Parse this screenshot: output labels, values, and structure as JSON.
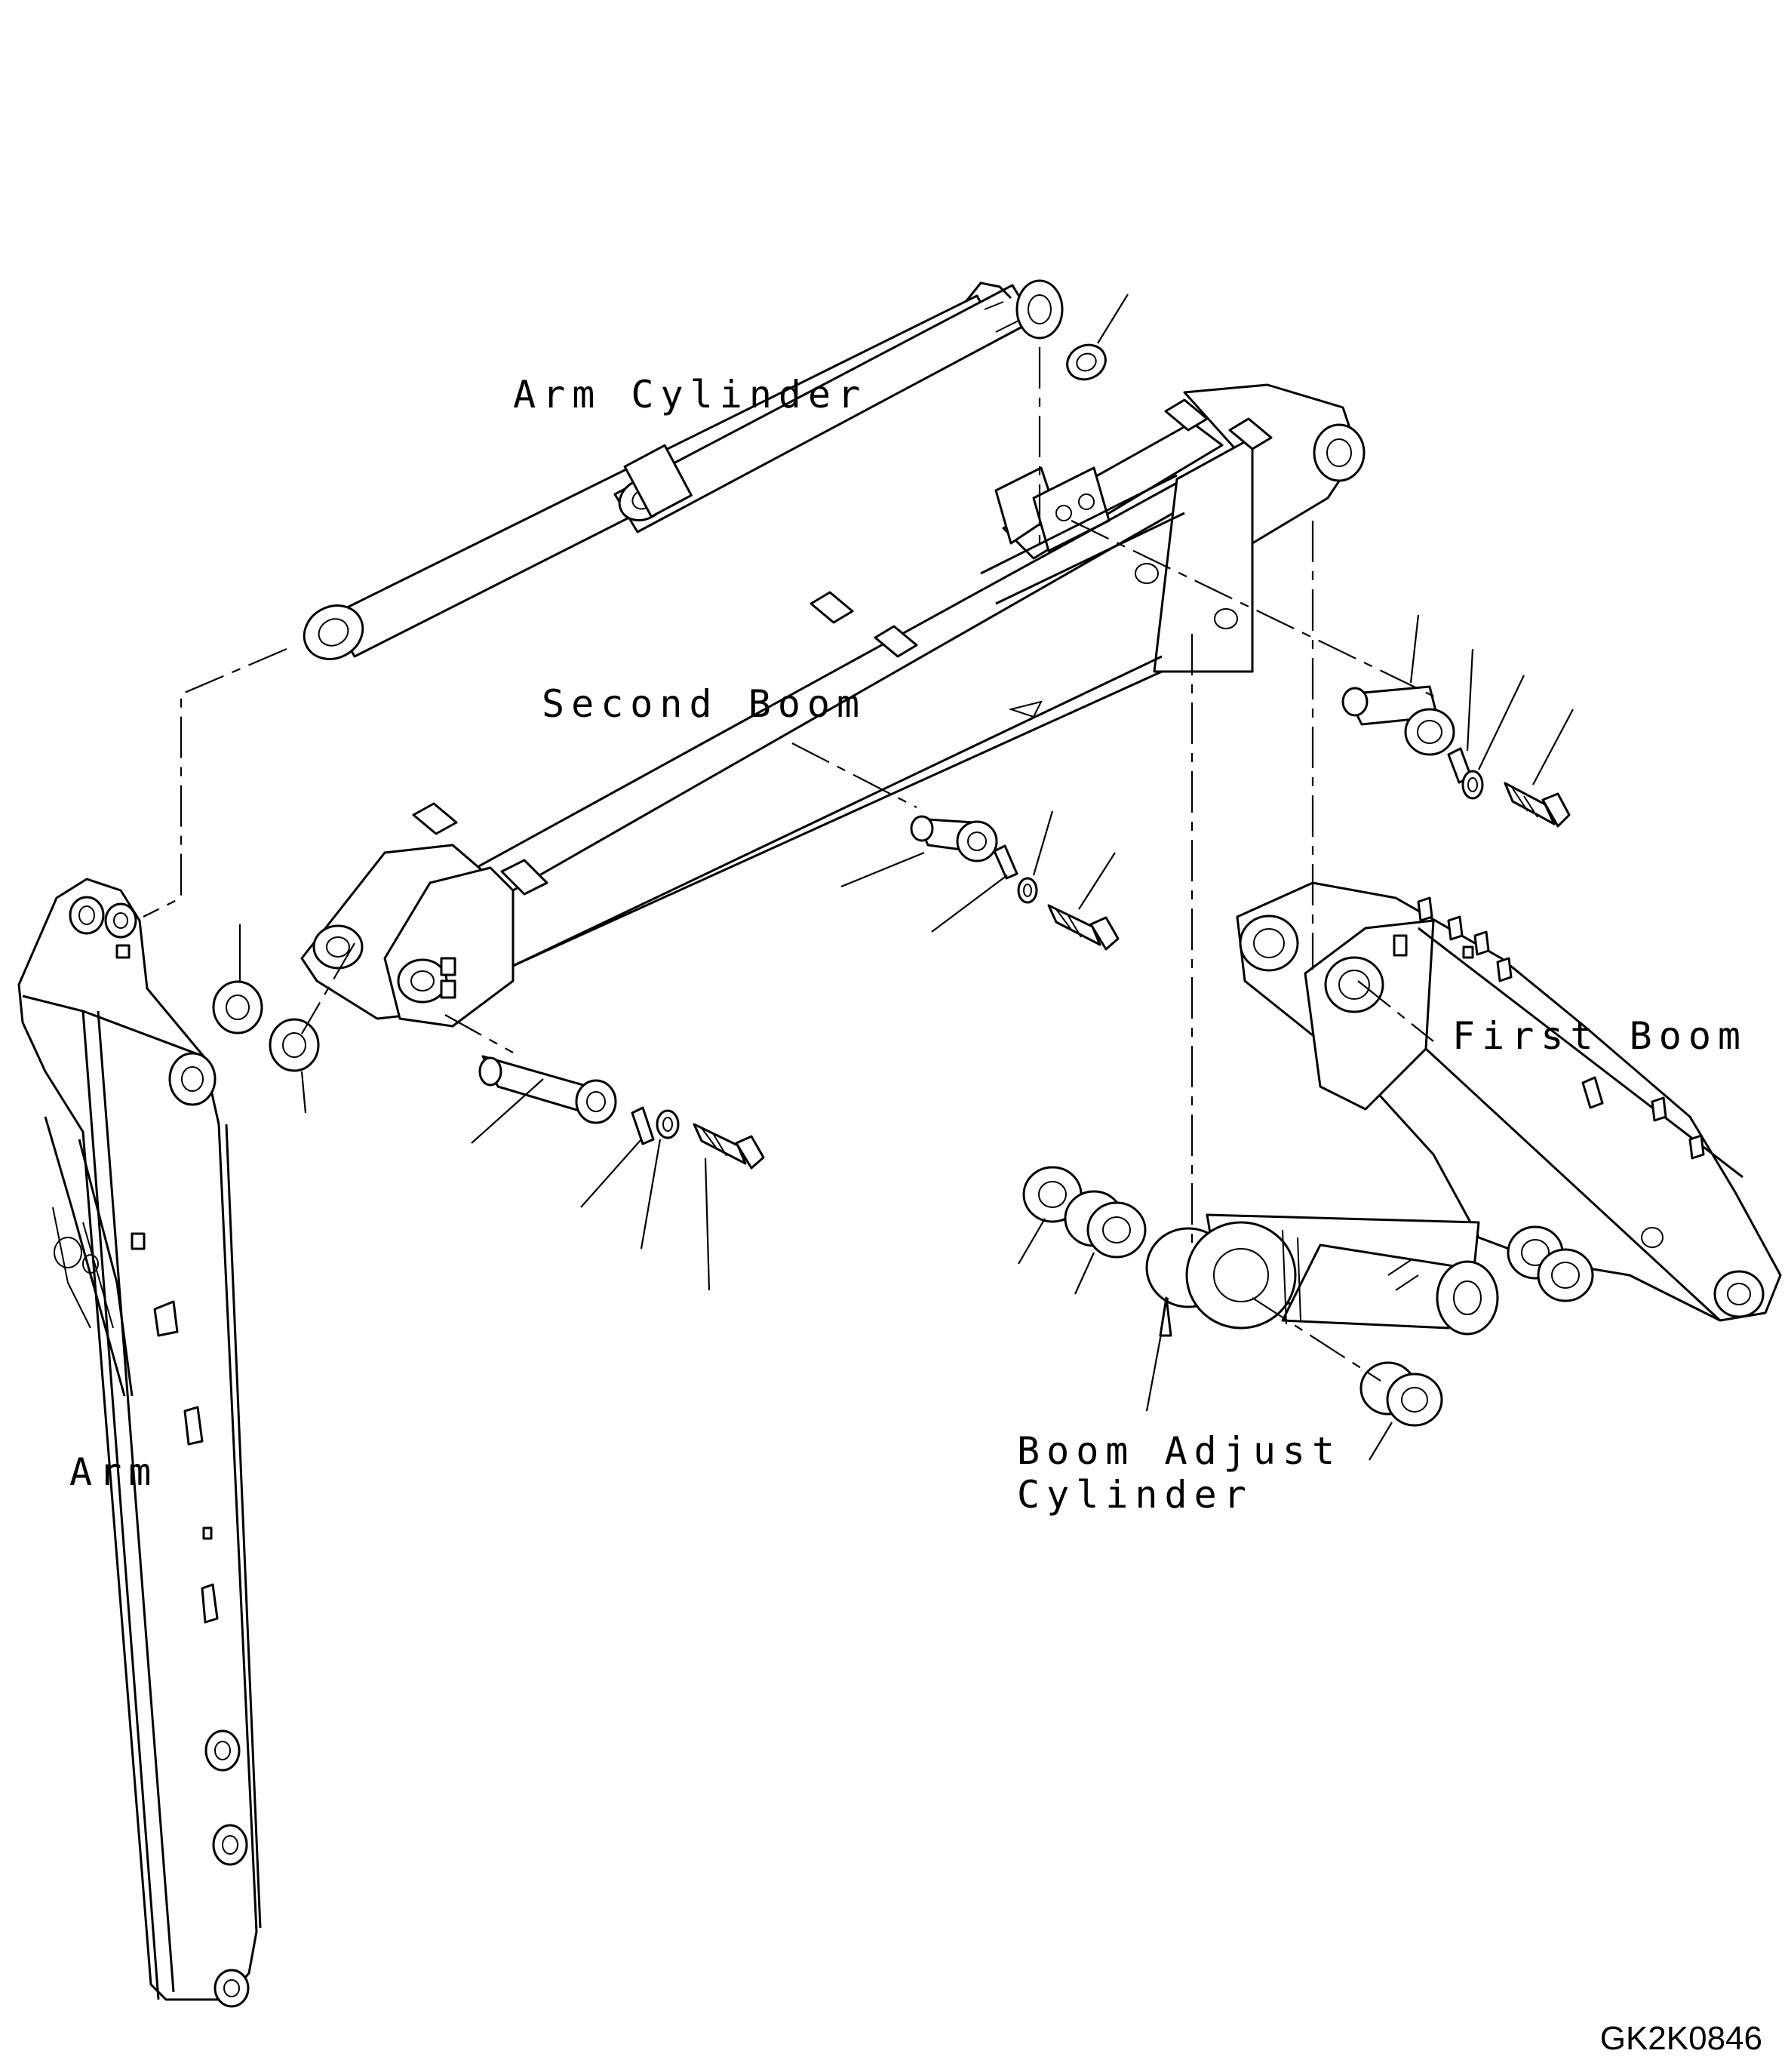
{
  "labels": {
    "arm_cylinder": "Arm Cylinder",
    "second_boom": "Second Boom",
    "first_boom": "First Boom",
    "boom_adjust_line1": "Boom Adjust",
    "boom_adjust_line2": "Cylinder",
    "arm": "Arm"
  },
  "drawing_code": "GK2K0846"
}
